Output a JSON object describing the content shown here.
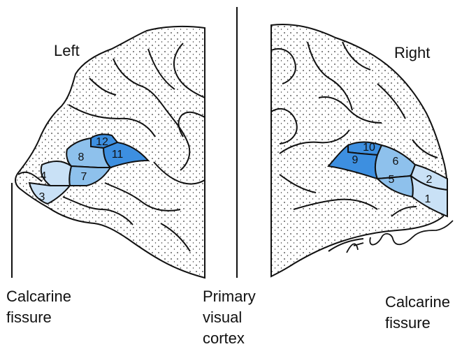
{
  "labels": {
    "left": "Left",
    "right": "Right",
    "calcarine_left": "Calcarine\nfissure",
    "primary_visual_cortex": "Primary\nvisual\ncortex",
    "calcarine_right": "Calcarine\nfissure"
  },
  "regions": {
    "left": [
      {
        "id": "12",
        "label": "12"
      },
      {
        "id": "8",
        "label": "8"
      },
      {
        "id": "11",
        "label": "11"
      },
      {
        "id": "4",
        "label": "4"
      },
      {
        "id": "7",
        "label": "7"
      },
      {
        "id": "3",
        "label": "3"
      }
    ],
    "right": [
      {
        "id": "10",
        "label": "10"
      },
      {
        "id": "9",
        "label": "9"
      },
      {
        "id": "6",
        "label": "6"
      },
      {
        "id": "5",
        "label": "5"
      },
      {
        "id": "2",
        "label": "2"
      },
      {
        "id": "1",
        "label": "1"
      }
    ]
  },
  "colors": {
    "dark_region": "#3d8fe0",
    "mid_region": "#8ec1ec",
    "light_region": "#c9e1f6",
    "outline": "#111111",
    "stipple": "#333333"
  }
}
